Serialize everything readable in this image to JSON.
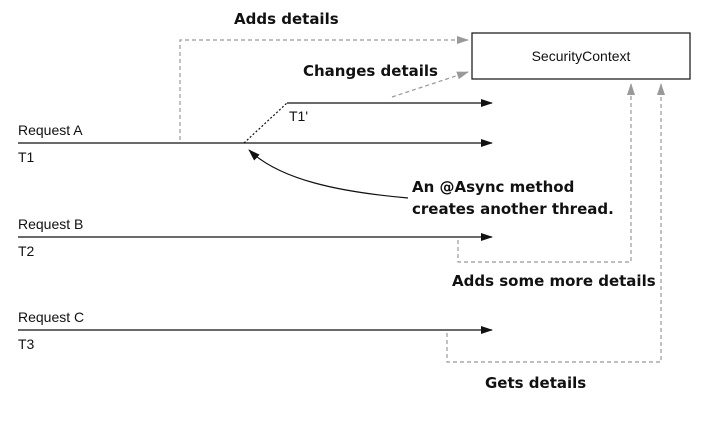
{
  "context_box": {
    "label": "SecurityContext"
  },
  "threads": [
    {
      "request": "Request A",
      "thread": "T1"
    },
    {
      "request": "Request B",
      "thread": "T2"
    },
    {
      "request": "Request C",
      "thread": "T3"
    }
  ],
  "async_thread": {
    "thread": "T1'"
  },
  "annotations": {
    "adds_details": "Adds details",
    "changes_details": "Changes details",
    "async_line1": "An @Async method",
    "async_line2": "creates another thread.",
    "adds_more": "Adds some more details",
    "gets_details": "Gets details"
  },
  "colors": {
    "solid": "#111111",
    "dashed": "#999999"
  }
}
